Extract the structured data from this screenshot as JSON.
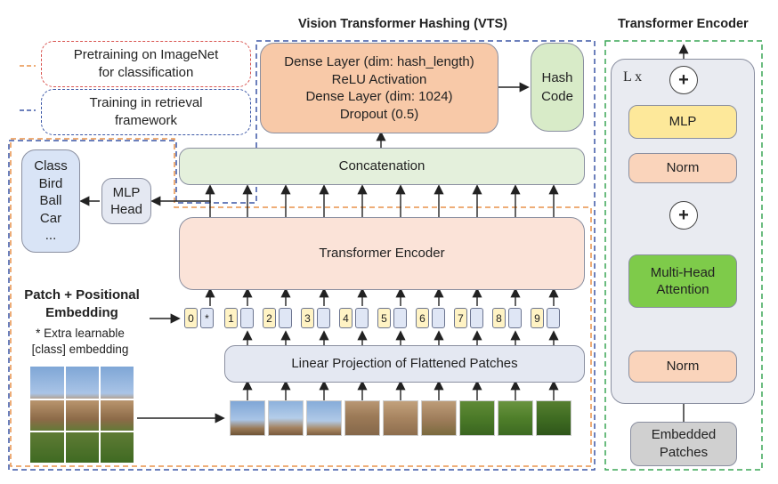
{
  "titles": {
    "vts": "Vision Transformer Hashing (VTS)",
    "encoder": "Transformer Encoder"
  },
  "legend": {
    "pretraining": "Pretraining on ImageNet for classification",
    "training": "Training in retrieval framework"
  },
  "vts": {
    "dense_block": [
      "Dense Layer (dim: hash_length)",
      "ReLU Activation",
      "Dense Layer (dim: 1024)",
      "Dropout (0.5)"
    ],
    "hash_code": "Hash Code",
    "concatenation": "Concatenation",
    "mlp_head": "MLP Head",
    "classes": [
      "Class",
      "Bird",
      "Ball",
      "Car",
      "..."
    ],
    "transformer_encoder": "Transformer Encoder",
    "patch_embedding_title": "Patch + Positional Embedding",
    "patch_embedding_note": "* Extra learnable [class] embedding",
    "tokens": [
      "0",
      "1",
      "2",
      "3",
      "4",
      "5",
      "6",
      "7",
      "8",
      "9"
    ],
    "class_token": "*",
    "linear_projection": "Linear Projection of Flattened Patches"
  },
  "encoder_detail": {
    "repeat_label": "L x",
    "add_symbol": "+",
    "mlp": "MLP",
    "norm": "Norm",
    "attention": "Multi-Head Attention",
    "embedded_patches": "Embedded Patches"
  },
  "colors": {
    "orange_dashed": "#e8924a",
    "blue_dashed": "#3b57a6",
    "green_dashed": "#3aa655",
    "red_dashed": "#d9534f",
    "dense_fill": "#f8c9a8",
    "hash_fill": "#d8ebc8",
    "concat_fill": "#e4f0dc",
    "encoder_fill": "#fbe3d8",
    "linear_fill": "#e4e8f2",
    "mlp_fill": "#fde89a",
    "norm_fill": "#fad4bb",
    "attention_fill": "#7ecb4a",
    "embedded_fill": "#d0d0d0",
    "encoder_panel_fill": "#e9ebf1",
    "class_fill": "#d9e4f6"
  }
}
